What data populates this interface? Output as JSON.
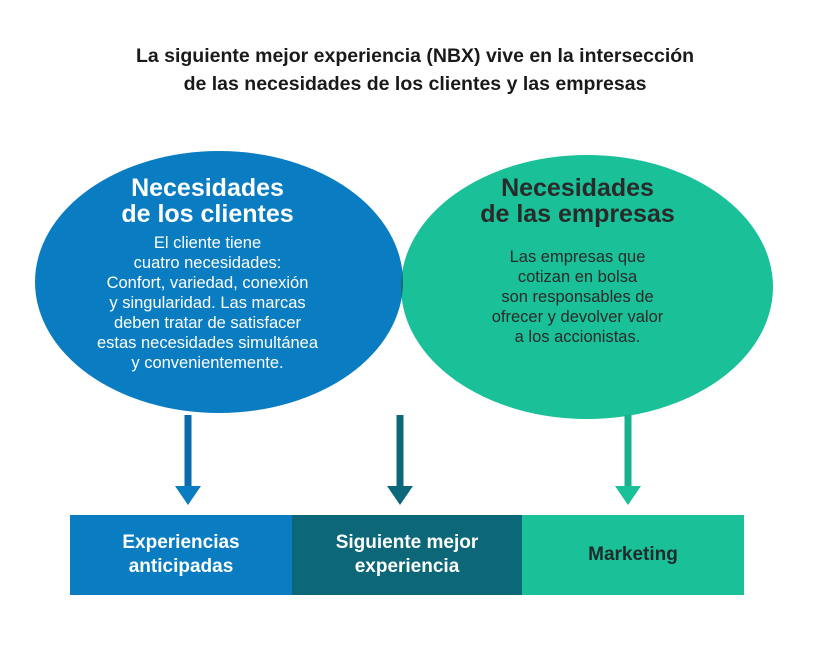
{
  "title": {
    "line1": "La siguiente mejor experiencia (NBX) vive en la intersección",
    "line2": "de las necesidades de los clientes y las empresas"
  },
  "left_circle": {
    "heading": [
      "Necesidades",
      "de los clientes"
    ],
    "body": [
      "El cliente tiene",
      "cuatro necesidades:",
      "Confort, variedad, conexión",
      "y singularidad. Las marcas",
      "deben tratar de satisfacer",
      "estas necesidades simultánea",
      "y convenientemente."
    ]
  },
  "right_circle": {
    "heading": [
      "Necesidades",
      "de las empresas"
    ],
    "body": [
      "Las empresas que",
      "cotizan en bolsa",
      "son responsables de",
      "ofrecer y devolver valor",
      "a los accionistas."
    ]
  },
  "bars": [
    {
      "lines": [
        "Experiencias",
        "anticipadas"
      ]
    },
    {
      "lines": [
        "Siguiente mejor",
        "experiencia"
      ]
    },
    {
      "lines": [
        "Marketing"
      ]
    }
  ],
  "colors": {
    "left_circle": "#0a7dc2",
    "right_circle": "#19c098",
    "intersection": "#0c6878",
    "arrow_left": "#0a6aab",
    "arrow_middle": "#0c6878",
    "arrow_right": "#19b08c"
  }
}
